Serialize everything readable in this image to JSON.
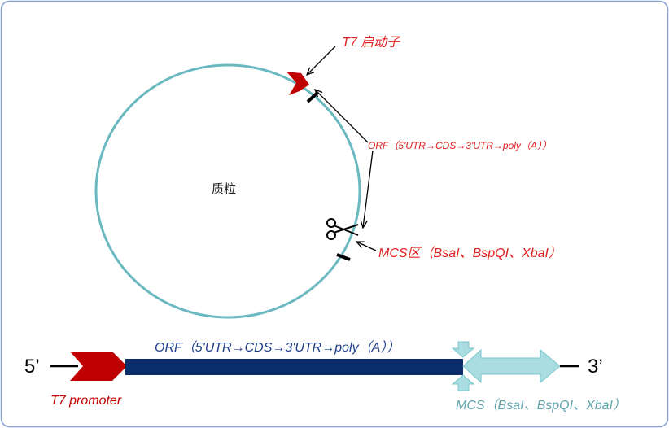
{
  "plasmid": {
    "center_label": "质粒",
    "t7_label": "T7 启动子",
    "orf_label": "ORF（5'UTR→CDS→3'UTR→poly（A））",
    "mcs_label": "MCS区（BsaI、BspQI、XbaI）"
  },
  "linear": {
    "five_prime": "5’",
    "three_prime": "3’",
    "orf_label": "ORF（5'UTR→CDS→3'UTR→poly（A））",
    "t7_label": "T7 promoter",
    "mcs_label": "MCS（BsaI、BspQI、XbaI）"
  },
  "colors": {
    "frame": "#8aa0d2",
    "circle": "#6ab8c0",
    "promoter": "#c00000",
    "orf_bar": "#0b2d6b",
    "mcs_arrow": "#a9dde2",
    "red_text": "#e02020",
    "blue_text": "#1f3d8a",
    "teal_text": "#5fa6ad"
  }
}
